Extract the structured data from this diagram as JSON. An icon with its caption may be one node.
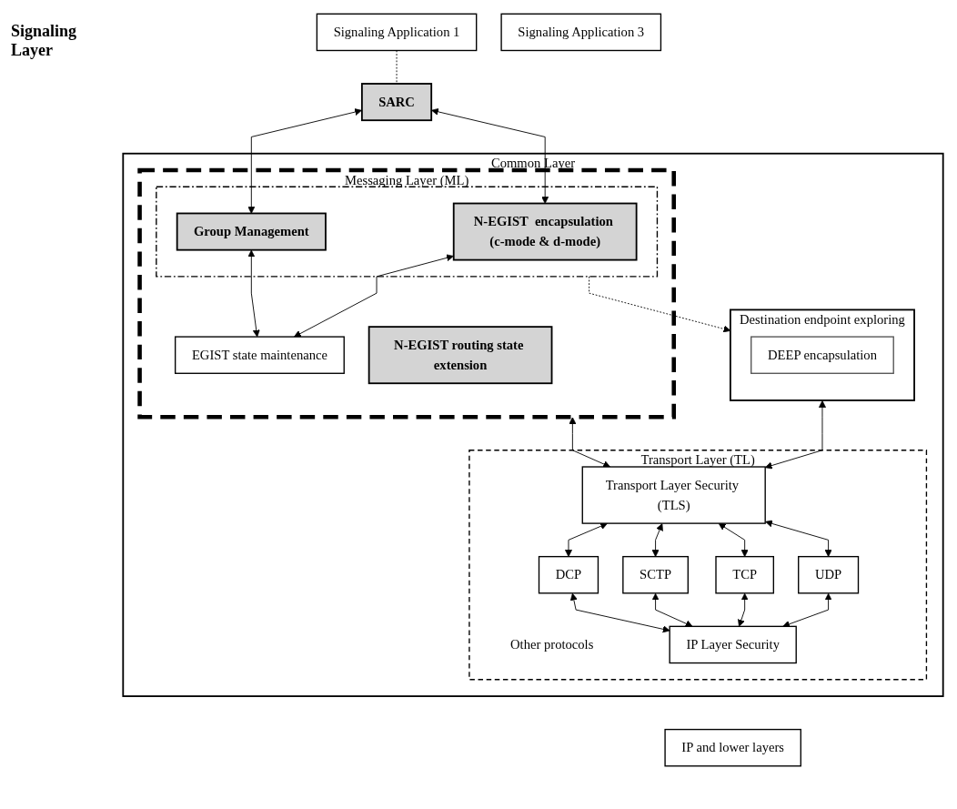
{
  "diagram": {
    "nodes": [
      {
        "text": [
          "Signaling Application 1"
        ]
      },
      {
        "text": [
          "SARC"
        ]
      },
      {
        "text": [
          "Signaling Application 3"
        ]
      },
      {
        "text": [
          "Common Layer"
        ]
      },
      {
        "text": [
          "Destination endpoint exploring"
        ],
        "in": 3
      },
      {
        "text": [
          "DEEP encapsulation"
        ],
        "in": 4
      },
      {
        "text": [
          "Messaging Layer (ML)"
        ],
        "in": 3
      },
      {
        "text": [],
        "shape": "box",
        "in": 6
      },
      {
        "text": [
          "N-EGIST  encapsulation (c-mode & d-mode)"
        ],
        "in": 7
      },
      {
        "text": [
          "Group Management"
        ],
        "in": 7
      },
      {
        "text": [
          "EGIST state maintenance"
        ],
        "in": 6
      },
      {
        "text": [
          "N-EGIST routing state extension"
        ],
        "in": 6
      },
      {
        "text": [
          "Transport Layer (TL)"
        ],
        "in": 3
      },
      {
        "text": [
          "Transport Layer Security (TLS)"
        ],
        "in": 12
      },
      {
        "text": [
          "UDP"
        ],
        "in": 12
      },
      {
        "text": [
          "TCP"
        ],
        "in": 12
      },
      {
        "text": [
          "SCTP"
        ],
        "in": 12
      },
      {
        "text": [
          "DCP"
        ],
        "in": 12,
        "beside": [
          "Other protocols"
        ]
      },
      {
        "text": [
          "IP Layer Security"
        ],
        "in": 12
      },
      {
        "text": [
          "IP and lower layers"
        ]
      }
    ],
    "edges": [
      {
        "from": 0,
        "to": 1,
        "arrow": "none",
        "style": "dashed"
      },
      {
        "from": 1,
        "to": 8,
        "arrow": "both"
      },
      {
        "from": 1,
        "to": 9,
        "arrow": "both"
      },
      {
        "from": 7,
        "to": 4,
        "arrow": "to",
        "style": "dashed"
      },
      {
        "from": 8,
        "to": 10,
        "arrow": "both"
      },
      {
        "from": 9,
        "to": 10,
        "arrow": "both"
      },
      {
        "from": 4,
        "to": 13,
        "arrow": "both"
      },
      {
        "from": 6,
        "to": 13,
        "arrow": "both"
      },
      {
        "from": 13,
        "to": 14,
        "arrow": "both"
      },
      {
        "from": 13,
        "to": 15,
        "arrow": "both"
      },
      {
        "from": 13,
        "to": 16,
        "arrow": "both"
      },
      {
        "from": 13,
        "to": 17,
        "arrow": "both"
      },
      {
        "from": 14,
        "to": 18,
        "arrow": "both"
      },
      {
        "from": 15,
        "to": 18,
        "arrow": "both"
      },
      {
        "from": 16,
        "to": 18,
        "arrow": "both"
      },
      {
        "from": 17,
        "to": 18,
        "arrow": "both"
      }
    ],
    "labels": [
      "Signaling Layer"
    ]
  }
}
